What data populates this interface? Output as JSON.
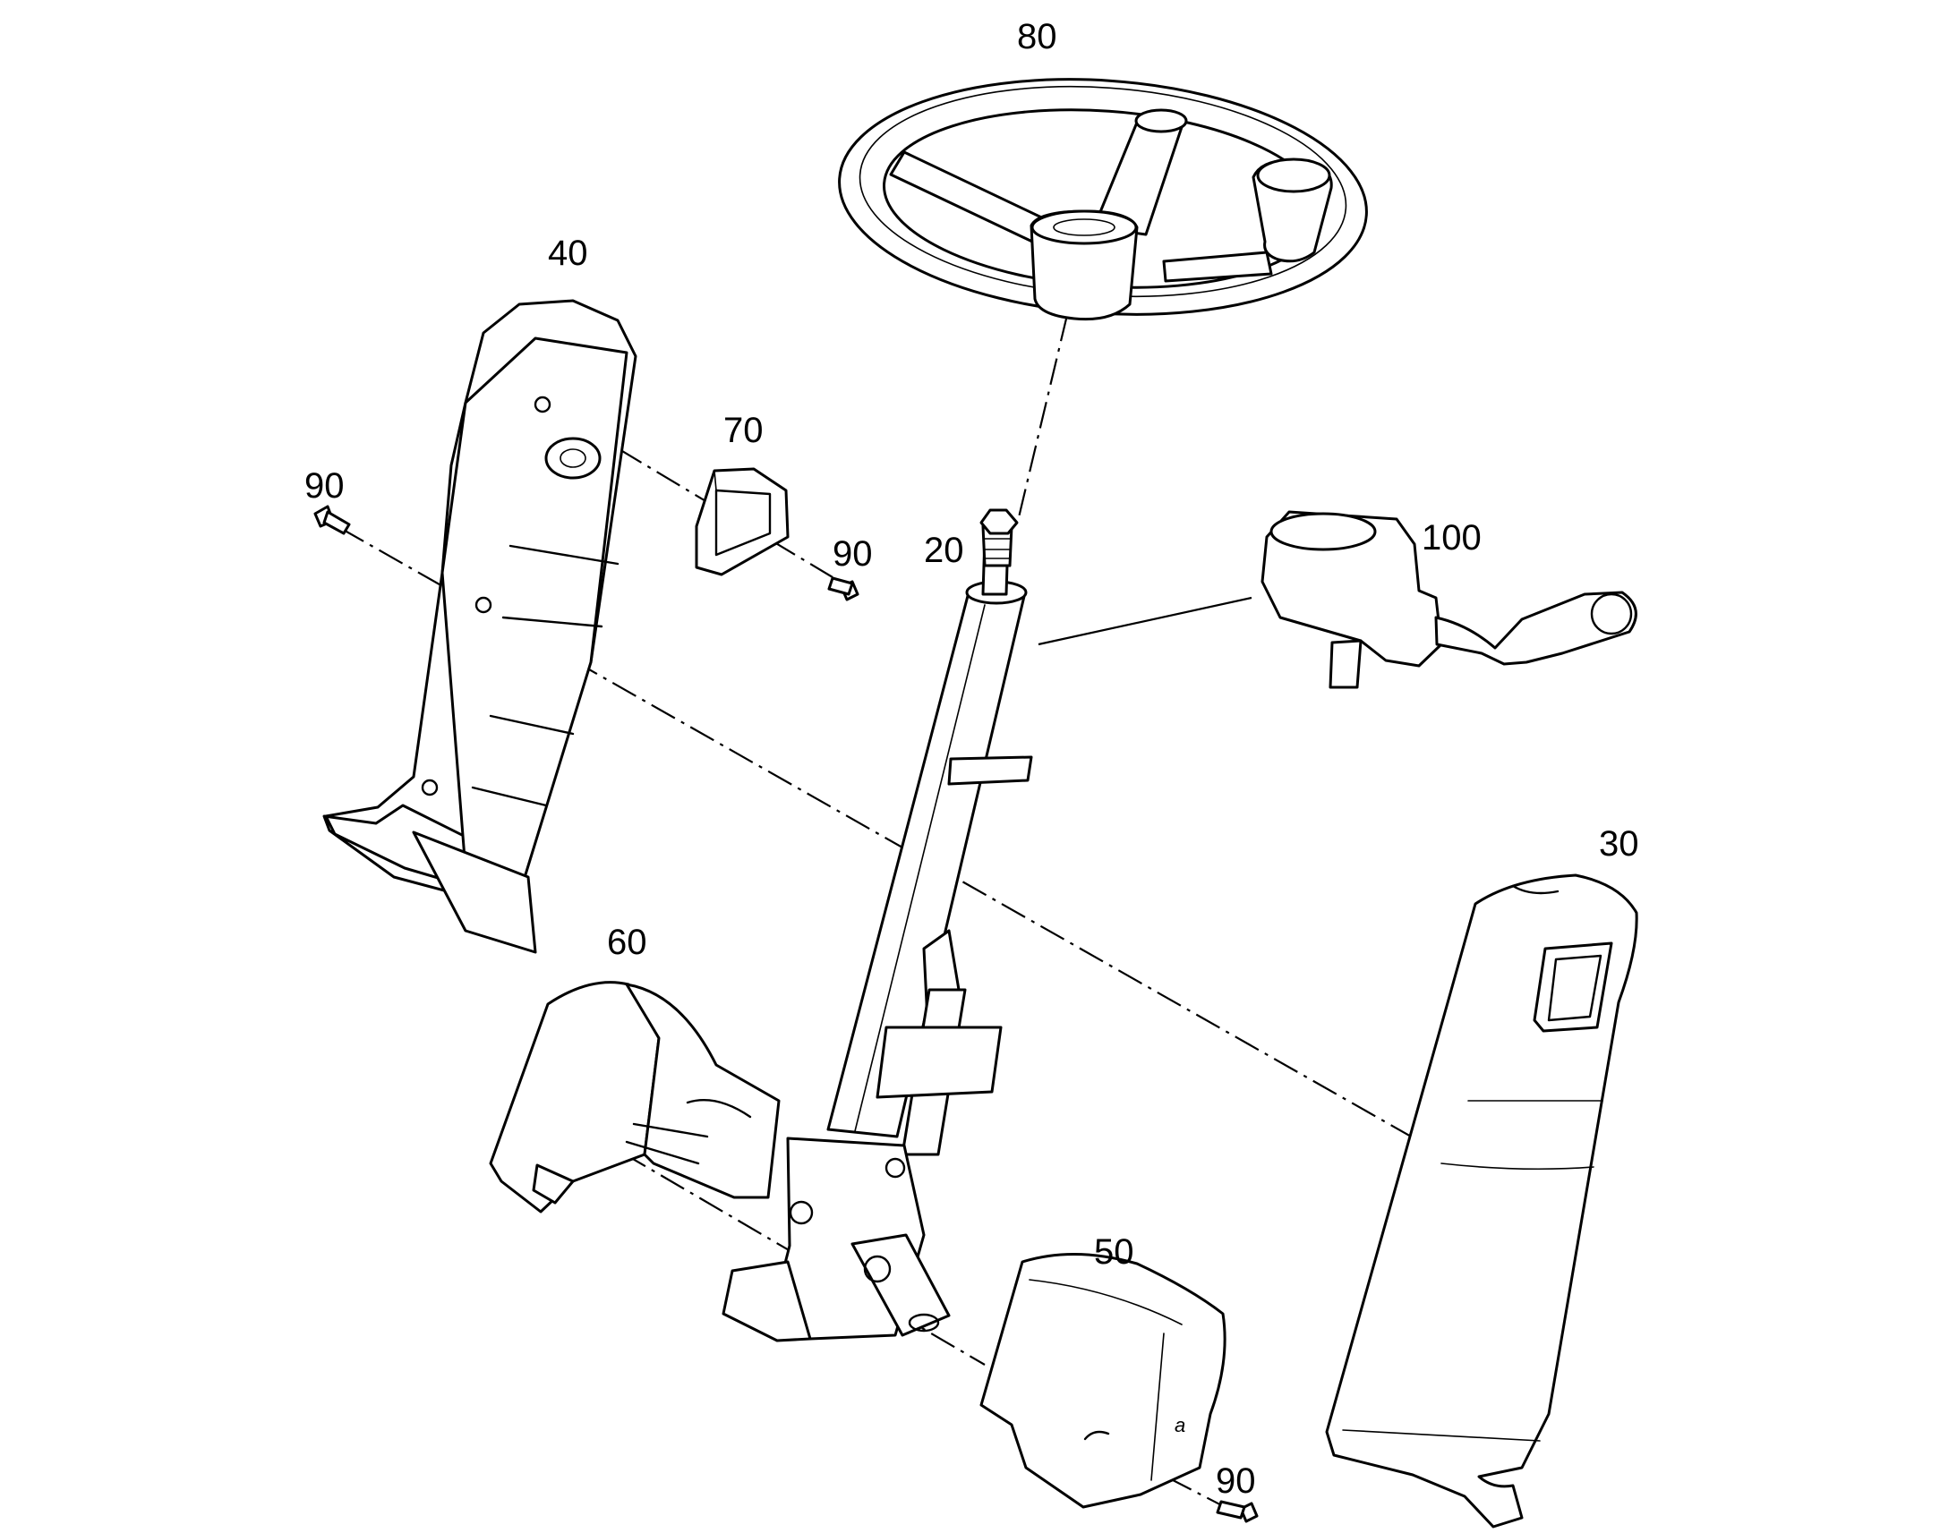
{
  "callouts": {
    "c80": "80",
    "c40": "40",
    "c70": "70",
    "c90_left": "90",
    "c90_mid": "90",
    "c20": "20",
    "c100": "100",
    "c30": "30",
    "c60": "60",
    "c50": "50",
    "c90_bottom": "90"
  }
}
